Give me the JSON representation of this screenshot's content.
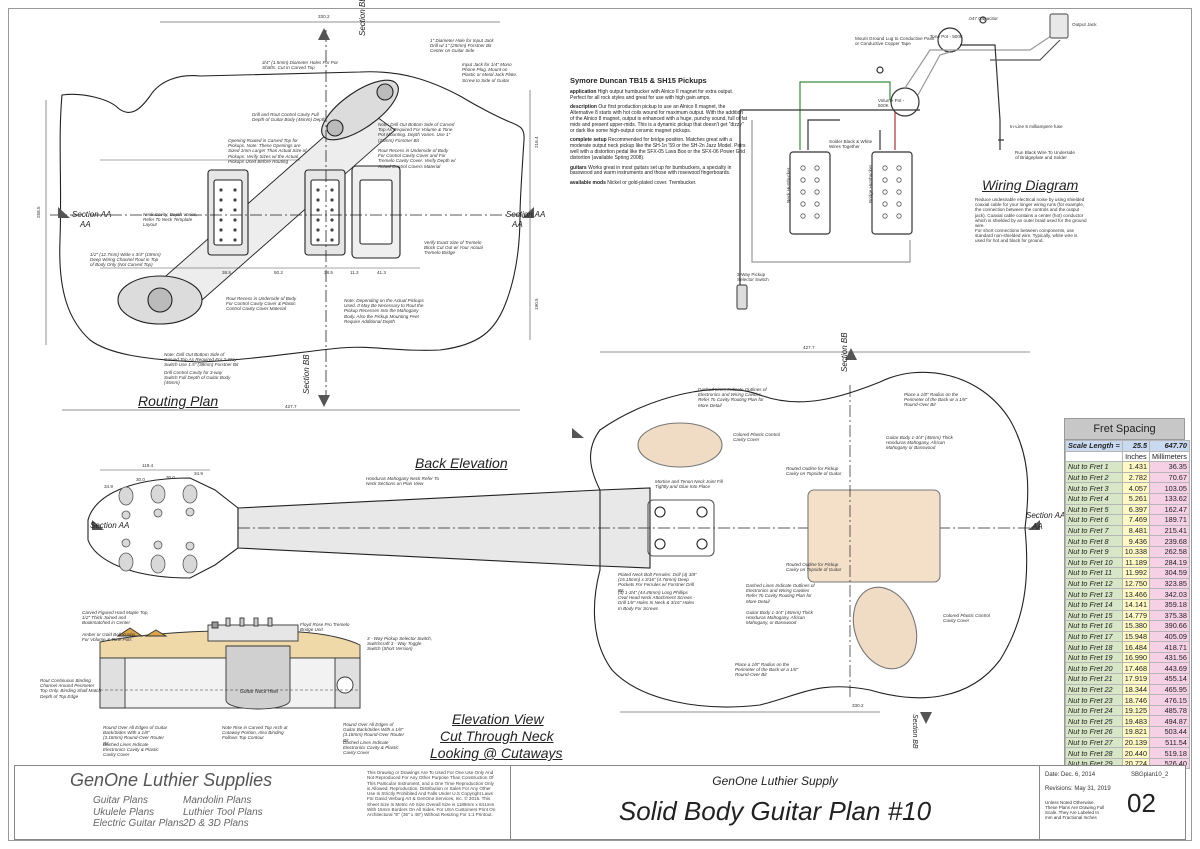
{
  "titles": {
    "routing_plan": "Routing Plan",
    "back_elevation": "Back Elevation",
    "elevation_view_1": "Elevation View",
    "elevation_view_2": "Cut Through Neck",
    "elevation_view_3": "Looking @ Cutaways",
    "wiring_diagram": "Wiring Diagram"
  },
  "sections": {
    "bb": "Section BB",
    "aa": "Section AA",
    "aa_short": "AA",
    "bb_short": "BB"
  },
  "dimensions": {
    "routing_top": "330.2",
    "routing_bottom": "427.7",
    "routing_left": "258.5",
    "routing_right_a": "216.4",
    "routing_right_b": "190.5",
    "pickup_spacing_1": "38.5",
    "pickup_spacing_2": "50.2",
    "pickup_spacing_3": "38.5",
    "pickup_spacing_4": "11.3",
    "pickup_spacing_5": "41.3",
    "body_top": "427.7",
    "body_bottom": "330.2",
    "head_width": "119.4",
    "tuner_1": "34.9",
    "tuner_2": "30.0",
    "tuner_3": "30.0",
    "tuner_4": "34.9"
  },
  "routing_notes": {
    "n1": "3/4\" (1.5mm) Diameter Holes For Pot Shafts. Cut In Carved Top",
    "n2": "Drill and Rout Control Cavity Full Depth of Guitar Body (45mm) Depth",
    "n3": "Opening Routed in Carved Top for Pickups. Note: These Openings are Sized 1mm Larger Than Actual Size of Pickups. Verify Sizes w/ the Actual Pickups Used Before Routing",
    "n4": "Note: Drill Out Bottom Side of Carved Top As Required For Volume & Tone Pot Mounting. Depth Varies. Use 1\" (25mm) Forstner Bit",
    "n5": "Rout Recess in Underside of Body For Control Cavity Cover and For Tremelo Cavity Cover. Verify Depth w/ Actual Control Covers Material",
    "n6": "Neck Cavity, Depth Varies, Refer To Neck Template Layout",
    "n7": "1/2\" (12.7mm) Wide x 3/4\" (19mm) Deep Wiring Channel Rout in Top of Body Only (Not Carved Top)",
    "n8": "Rout Recess in Underside of Body For Control Cavity Cover & Plastic Control Cavity Cover Material",
    "n9": "Note: Depending on the Actual Pickups Used, It May Be Necessary to Rout the Pickup Recesses Into the Mahogany Body. Also the Pickup Mounting Feet Require Additional Depth",
    "n10": "Verify Exact Size of Tremelo Block Cut Out w/ Your Actual Tremelo Bridge",
    "n11": "Note: Drill Out Bottom Side of Carved Top As Required For 3-Way Switch Use 1.5\" (38mm) Forstner Bit",
    "n12": "Drill Control Cavity for 3-way Switch Full Depth of Guitar Body (45mm)",
    "n13": "1\" Diameter Hole for Input Jack Drill w/ 1\" (25mm) Forstner Bit Center on Guitar Side",
    "n14": "Input Jack for 1/4\" Mono Phone Plug. Mount on Plastic or Metal Jack Plate. Screw to Side of Guitar"
  },
  "specs": {
    "heading": "Symore Duncan TB15 & SH15 Pickups",
    "application_label": "application",
    "application": "High output humbucker with Alnico II magnet for extra output. Perfect for all rock styles and great for use with high gain amps.",
    "description_label": "description",
    "description": "Our first production pickup to use an Alnico II magnet, the Alternative 8 starts with hot coils wound for maximum output. With the addition of the Alnico 8 magnet, output is enhanced with a huge, punchy sound, full of fat mids and present upper-mids. This is a dynamic pickup that doesn't get \"dizzy\" or dark like some high-output ceramic magnet pickups.",
    "complete_label": "complete setup",
    "complete": "Recommended for bridge position. Matches great with a moderate output neck pickup like the SH-1n '59 or the SH-2n Jazz Model. Pairs well with a distortion pedal like the SFX-05 Lava Box or the SFX-06 Power Grid distortion (available Spring 2008).",
    "guitars_label": "guitars",
    "guitars": "Works great in most guitars set up for bumbuckers, a specialty in basswood and warm instruments and those with rosewood fingerboards.",
    "models_label": "available mods",
    "models": "Nickel or gold-plated cover. Trembucker."
  },
  "wiring": {
    "cap": ".047 Capacitor",
    "tone": "Tone Pot - 500K",
    "volume": "Volume Pot - 500K",
    "ground_lug": "Mount Ground Lug to Conductive Paint or Conductive Copper Tape",
    "solder": "Solder Black & White Wires Together",
    "output": "Output Jack",
    "fuse": "In-Line 5 milliampere fuse",
    "bare": "Run Black Wire To Underside of Bridgeplate and Solder",
    "neck_hb": "Neck Humbucker",
    "bridge_hb": "Bridge Humbucker",
    "switch": "3-Way Pickup Selector Switch",
    "noise_note": "Reduce undesirable electrical noise by using shielded coaxial cable for your longer wiring runs (for example, the connection between the controls and the output jack). Coaxial cable contains a center (hot) conductor which is shielded by an outer braid used for the ground wire.",
    "short_note": "For short connections between components, use standard non-shielded wire. Typically, white wire is used for hot and black for ground."
  },
  "back_notes": {
    "n1": "Dashed Lines Indicate Outlines of Electronics and Wiring Cavities Refer To Cavity Routing Plan for More Detail",
    "n2": "Colored Plastic Control Cavity Cover",
    "n3": "Routed Outline for Pickup Cavity on Topside of Guitar",
    "n4": "Mortise and Tenon Neck Joint Fill Tightly and Glue Into Place",
    "n5": "Guitar Body 1-3/4\" (45mm) Thick Honduras Mahogany, African Mahogany or Basswood",
    "n6": "Place a 1/8\" Radius on the Perimeter of the Back w/ a 1/8\" Round-Over Bit",
    "n7": "Plated Neck Bolt Ferrules: Drill (4) 3/8\" (15.15mm) x 3/16\" (4.76mm) Deep Pockets For Ferrules w/ Forstner Drill Bit.",
    "n8": "(4) 1-3/4\" (44.45mm) Long Phillips Oval Head Neck Attachment Screws - Drill 1/8\" Holes In Neck & 3/16\" Holes In Body For Screws",
    "n9": "Routed Outline for Pickup Cavity on Topside of Guitar",
    "n10": "Dashed Lines Indicate Outlines of Electronics and Wiring Cavities Refer To Cavity Routing Plan for More Detail",
    "n11": "Colored Plastic Control Cavity Cover",
    "n12": "Guitar Body 1-3/4\" (45mm) Thick Honduras Mahogany, African Mahogany, or Basswood",
    "n13": "Place a 1/8\" Radius on the Perimeter of the Back w/ a 1/8\" Round-Over Bit",
    "n14": "Honduras Mahogany Neck Refer To Neck Sections on Plan View"
  },
  "elev_notes": {
    "n1": "Carved Figured Hard Maple Top, 1/2\" Thick Joined and Bookmatched in Center",
    "n2": "Amber or Gold Bell Knobs For Volume & Tone Pots",
    "n3": "Floyd Rose Pro Tremelo Bridge Unit",
    "n4": "3 - Way Pickup Selector Switch, Switchcraft 3 - Way Toggle Switch (Short Version)",
    "n5": "Rout Continuous Binding Channel Around Perimeter Top Only. Binding Shall Match Depth of Top Edge",
    "n6": "Guitar Neck Heel",
    "n7": "Round Over All Edges of Guitar Back/Sides With a 1/8\" (3.18mm) Round-Over Router Bit",
    "n8": "Dashed Lines Indicate Electronics Cavity & Plastic Cavity Cover",
    "n9": "Note Rise in Carved Top Arch at Cutaway Portion. Also Binding Follows Top Contour",
    "n10": "Round Over All Edges of Guitar Back/Sides With a 1/8\" (3.18mm) Round-Over Router Bit",
    "n11": "Dashed Lines Indicate Electronics Cavity & Plastic Cavity Cover"
  },
  "fret_table": {
    "title": "Fret Spacing",
    "scale_label": "Scale Length =",
    "scale_in": "25.5",
    "scale_mm": "647.70",
    "col_in": "Inches",
    "col_mm": "Millimeters",
    "rows": [
      [
        "Nut to Fret 1",
        "1.431",
        "36.35"
      ],
      [
        "Nut to Fret 2",
        "2.782",
        "70.67"
      ],
      [
        "Nut to Fret 3",
        "4.057",
        "103.05"
      ],
      [
        "Nut to Fret 4",
        "5.261",
        "133.62"
      ],
      [
        "Nut to Fret 5",
        "6.397",
        "162.47"
      ],
      [
        "Nut to Fret 6",
        "7.469",
        "189.71"
      ],
      [
        "Nut to Fret 7",
        "8.481",
        "215.41"
      ],
      [
        "Nut to Fret 8",
        "9.436",
        "239.68"
      ],
      [
        "Nut to Fret 9",
        "10.338",
        "262.58"
      ],
      [
        "Nut to Fret 10",
        "11.189",
        "284.19"
      ],
      [
        "Nut to Fret 11",
        "11.992",
        "304.59"
      ],
      [
        "Nut to Fret 12",
        "12.750",
        "323.85"
      ],
      [
        "Nut to Fret 13",
        "13.466",
        "342.03"
      ],
      [
        "Nut to Fret 14",
        "14.141",
        "359.18"
      ],
      [
        "Nut to Fret 15",
        "14.779",
        "375.38"
      ],
      [
        "Nut to Fret 16",
        "15.380",
        "390.66"
      ],
      [
        "Nut to Fret 17",
        "15.948",
        "405.09"
      ],
      [
        "Nut to Fret 18",
        "16.484",
        "418.71"
      ],
      [
        "Nut to Fret 19",
        "16.990",
        "431.56"
      ],
      [
        "Nut to Fret 20",
        "17.468",
        "443.69"
      ],
      [
        "Nut to Fret 21",
        "17.919",
        "455.14"
      ],
      [
        "Nut to Fret 22",
        "18.344",
        "465.95"
      ],
      [
        "Nut to Fret 23",
        "18.746",
        "476.15"
      ],
      [
        "Nut to Fret 24",
        "19.125",
        "485.78"
      ],
      [
        "Nut to Fret 25",
        "19.483",
        "494.87"
      ],
      [
        "Nut to Fret 26",
        "19.821",
        "503.44"
      ],
      [
        "Nut to Fret 27",
        "20.139",
        "511.54"
      ],
      [
        "Nut to Fret 28",
        "20.440",
        "519.18"
      ],
      [
        "Nut to Fret 29",
        "20.724",
        "526.40"
      ]
    ]
  },
  "title_block": {
    "brand": "GenOne Luthier Supplies",
    "plans_col1": [
      "Guitar Plans",
      "Ukulele Plans",
      "Electric Guitar Plans"
    ],
    "plans_col2": [
      "Mandolin Plans",
      "Luthier Tool Plans",
      "2D & 3D Plans"
    ],
    "disclaimer": "This Drawing or Drawings Are To Used For One Use Only And Not Reproduced For Any Other Purpose Than Construction Of This Particular Instrument, and a One Time Reproduction Only is Allowed. Reproduction, Distribution or Sales For Any Other Use Is Strictly Prohibited And Falls Under U.S Copyright Laws For David Verburg Art & GenOne Services, Inc. © 2015. This Sheet Size Is Metric A0 Size Overall Size is 1189mm x 841mm With 15mm Borders On All Sides. For USA Customers Print On Architectural \"E\" (36\" x 48\") Without Resizing For 1:1 Printout.",
    "company": "GenOne Luthier Supply",
    "plan_title": "Solid Body Guitar Plan #10",
    "date": "Date: Dec. 6, 2014",
    "revision": "Revisions: May 31, 2019",
    "sheet_name": "SBGplan10_2",
    "units_note": "Unless Noted Otherwise, These Plans Are Drawing Full Scale. They Are Labeled In mm and Fractional Inches",
    "sheet_number": "02"
  }
}
